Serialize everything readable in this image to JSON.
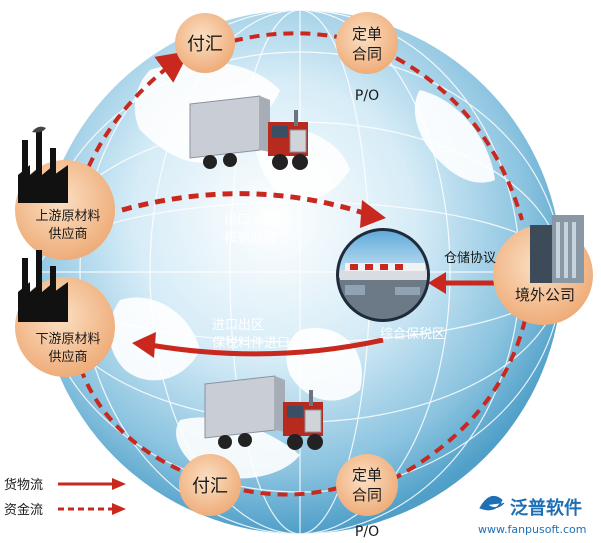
{
  "nodes": {
    "pay_top": "付汇",
    "contract_top": [
      "定单",
      "合同"
    ],
    "po_top": "P/O",
    "upstream": [
      "上游原材料",
      "供应商"
    ],
    "downstream": [
      "下游原材料",
      "供应商"
    ],
    "overseas": "境外公司",
    "pay_bottom": "付汇",
    "contract_bottom": [
      "定单",
      "合同"
    ],
    "po_bottom": "P/O",
    "bonded_zone": "综合保税区"
  },
  "flows": {
    "export_in": [
      "出口入区",
      "核销退税"
    ],
    "import_out": [
      "进口出区",
      "保税料件进口"
    ],
    "warehouse": "仓储协议"
  },
  "legend": {
    "goods": "货物流",
    "funds": "资金流"
  },
  "brand": {
    "name": "泛普软件",
    "url": "www.fanpusoft.com"
  },
  "colors": {
    "node_fill": "#f5c9a0",
    "arrow_red": "#c8281e",
    "globe_light": "#e8f4fb",
    "globe_dark": "#5aa6cc",
    "land": "#ffffff",
    "brand_blue": "#1f6fb5"
  }
}
